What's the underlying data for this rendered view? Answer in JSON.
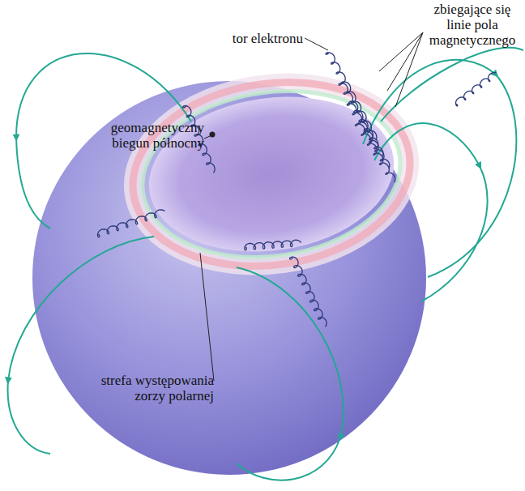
{
  "diagram": {
    "labels": [
      "zbiegające się linie pola magnetycznego",
      "tor elektronu",
      "geomagnetyczny biegun północny",
      "strefa występowania zorzy polarnej"
    ]
  }
}
